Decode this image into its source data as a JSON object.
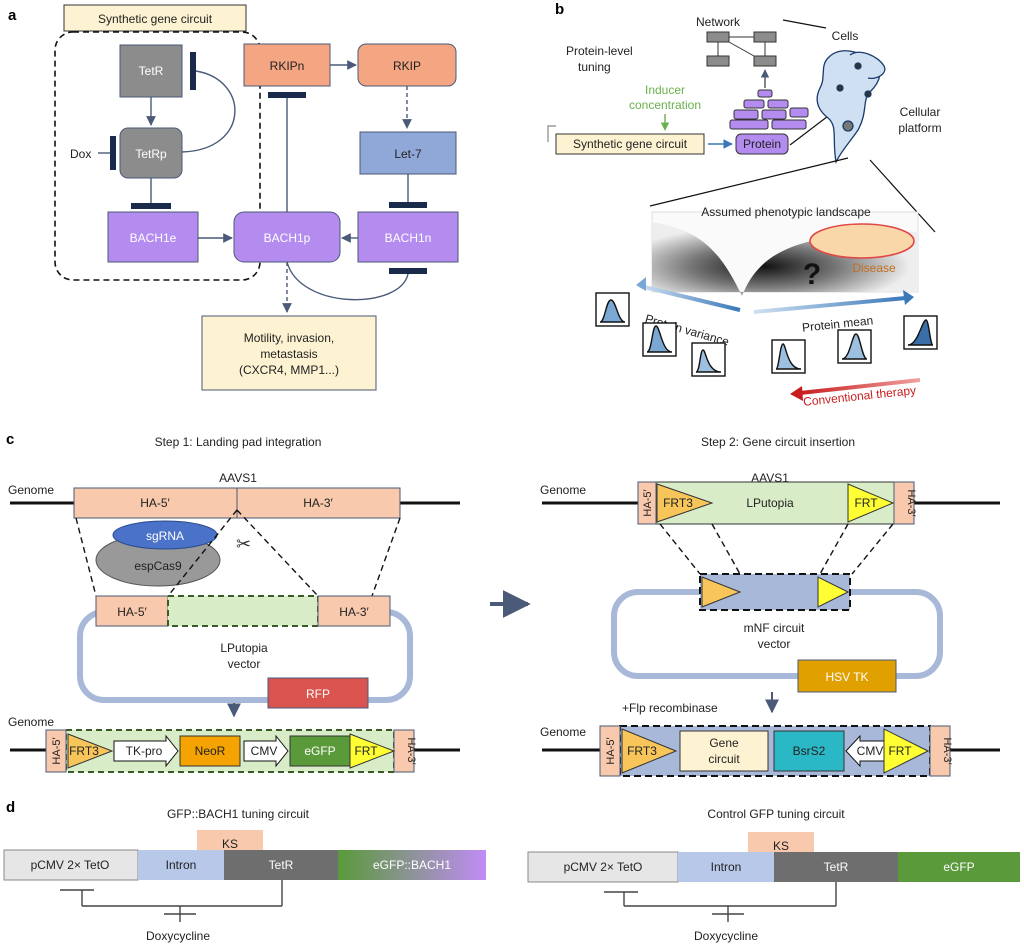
{
  "panels": {
    "a": "a",
    "b": "b",
    "c": "c",
    "d": "d"
  },
  "panel_a": {
    "circuit_title": "Synthetic gene circuit",
    "tetr": "TetR",
    "tetrp": "TetRp",
    "dox": "Dox",
    "bach1e": "BACH1e",
    "rkipn": "RKIPn",
    "rkip": "RKIP",
    "let7": "Let-7",
    "bach1p": "BACH1p",
    "bach1n": "BACH1n",
    "outcome_line1": "Motility, invasion,",
    "outcome_line2": "metastasis",
    "outcome_line3": "(CXCR4, MMP1...)"
  },
  "panel_b": {
    "network": "Network",
    "cells": "Cells",
    "protein_level_line1": "Protein-level",
    "protein_level_line2": "tuning",
    "inducer_line1": "Inducer",
    "inducer_line2": "concentration",
    "cellular_line1": "Cellular",
    "cellular_line2": "platform",
    "circuit_label": "Synthetic gene circuit",
    "protein": "Protein",
    "landscape_title": "Assumed phenotypic landscape",
    "disease": "Disease",
    "question": "?",
    "protein_variance": "Protein variance",
    "protein_mean": "Protein mean",
    "conventional_therapy": "Conventional therapy"
  },
  "panel_c": {
    "step1": "Step 1: Landing pad integration",
    "step2": "Step 2: Gene circuit insertion",
    "genome": "Genome",
    "aavs1": "AAVS1",
    "ha5": "HA-5′",
    "ha3": "HA-3′",
    "sgrna": "sgRNA",
    "espcas9": "espCas9",
    "lputopia_vector_line1": "LPutopia",
    "lputopia_vector_line2": "vector",
    "rfp": "RFP",
    "frt3": "FRT3",
    "tkpro": "TK-pro",
    "neor": "NeoR",
    "cmv": "CMV",
    "egfp": "eGFP",
    "frt": "FRT",
    "lputopia": "LPutopia",
    "mnf_line1": "mNF circuit",
    "mnf_line2": "vector",
    "hsvtk": "HSV TK",
    "flp": "+Flp recombinase",
    "gene_circuit_line1": "Gene",
    "gene_circuit_line2": "circuit",
    "bsrs2": "BsrS2"
  },
  "panel_d": {
    "left_title": "GFP::BACH1 tuning circuit",
    "right_title": "Control GFP tuning circuit",
    "pcmv": "pCMV 2× TetO",
    "intron": "Intron",
    "ks": "KS",
    "tetr": "TetR",
    "egfp_bach1": "eGFP::BACH1",
    "egfp": "eGFP",
    "doxycycline": "Doxycycline"
  },
  "colors": {
    "gray_box": "#8c8c8c",
    "salmon": "#f4a582",
    "blue_box": "#8fa8d8",
    "purple": "#b48cf0",
    "cream": "#fdf3d2",
    "green_light": "#d9ecc8",
    "green_dark": "#5a9a3a",
    "yellow": "#ffff33",
    "orange_frt": "#f7c55a",
    "neor": "#f4a300",
    "rfp": "#d9534f",
    "hsvtk": "#e0a000",
    "bsrs2": "#2ab7c6",
    "red_arrow": "#c81e1e",
    "blue_arrow": "#3a78b8"
  }
}
